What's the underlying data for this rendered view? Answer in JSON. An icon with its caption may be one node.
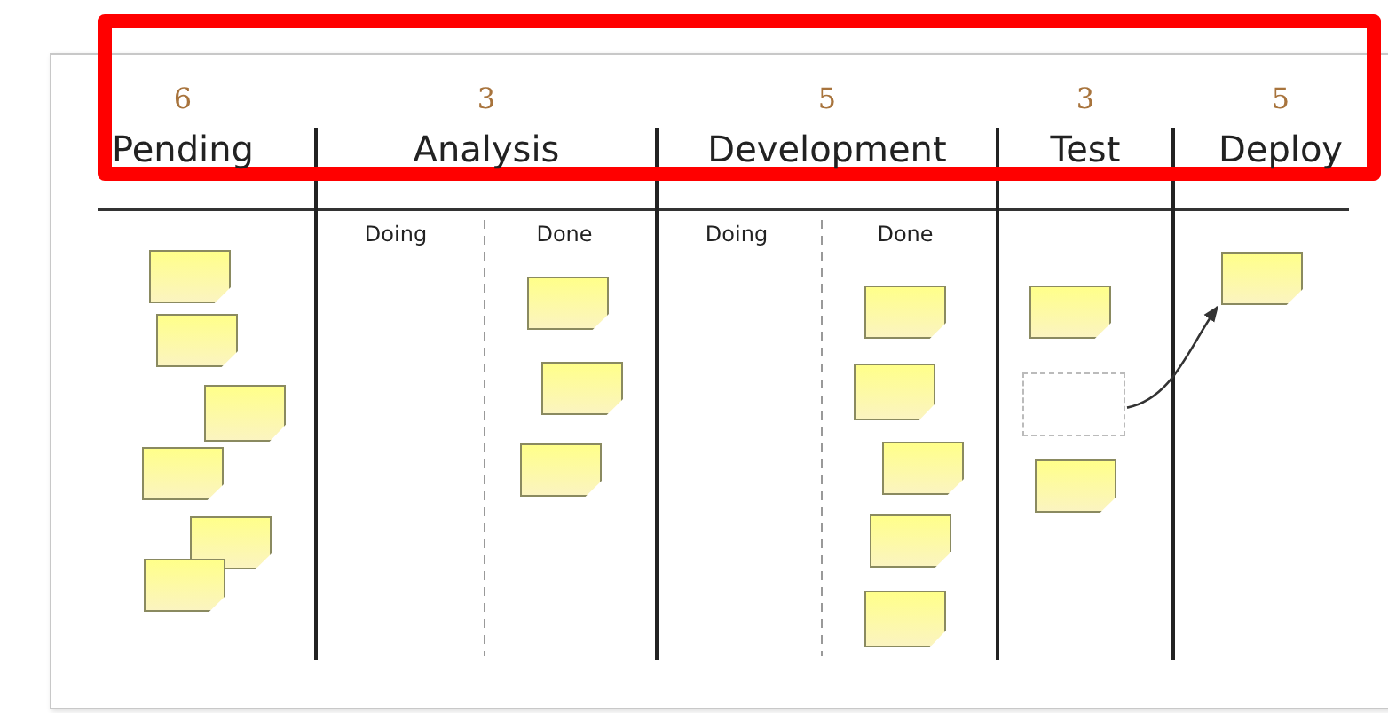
{
  "diagram": {
    "nodes": [
      {
        "text": [
          "6",
          "Pending"
        ]
      },
      {
        "text": [
          "3",
          "Analysis"
        ]
      },
      {
        "text": [
          "5",
          "Development"
        ]
      },
      {
        "text": [
          "3",
          "Test"
        ]
      },
      {
        "text": [
          "5",
          "Deploy"
        ]
      },
      {
        "text": [],
        "shape": "box",
        "in": 0
      },
      {
        "text": [],
        "shape": "box",
        "in": 0
      },
      {
        "text": [],
        "shape": "box",
        "in": 0
      },
      {
        "text": [],
        "shape": "box",
        "in": 0
      },
      {
        "text": [],
        "shape": "box",
        "in": 0
      },
      {
        "text": [],
        "shape": "box",
        "in": 0
      },
      {
        "text": [],
        "shape": "box",
        "in": 1
      },
      {
        "text": [],
        "shape": "box",
        "in": 1
      },
      {
        "text": [],
        "shape": "box",
        "in": 1
      },
      {
        "text": [],
        "shape": "box",
        "in": 2
      },
      {
        "text": [],
        "shape": "box",
        "in": 2
      },
      {
        "text": [],
        "shape": "box",
        "in": 2
      },
      {
        "text": [],
        "shape": "box",
        "in": 2
      },
      {
        "text": [],
        "shape": "box",
        "in": 2
      },
      {
        "text": [],
        "shape": "box",
        "in": 3
      },
      {
        "text": [],
        "shape": "box",
        "in": 3
      },
      {
        "text": [],
        "shape": "box",
        "in": 3
      },
      {
        "text": [],
        "shape": "box",
        "in": 4
      }
    ],
    "edges": [
      {
        "from": 20,
        "to": 22,
        "arrow": "to"
      }
    ],
    "labels": [
      "Doing",
      "Done",
      "Doing",
      "Done"
    ]
  }
}
